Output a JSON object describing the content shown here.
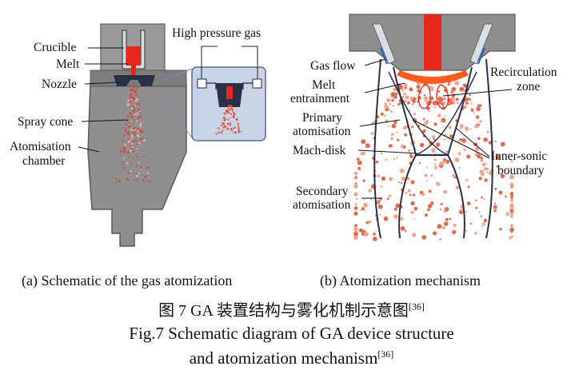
{
  "panel_a": {
    "labels": {
      "crucible": "Crucible",
      "melt": "Melt",
      "nozzle": "Nozzle",
      "spray_cone": "Spray cone",
      "atomisation": "Atomisation",
      "chamber": "chamber",
      "high_pressure_gas": "High pressure gas"
    },
    "caption": "(a) Schematic of the gas atomization"
  },
  "panel_b": {
    "labels": {
      "gas_flow": "Gas flow",
      "melt": "Melt",
      "entrainment": "entrainment",
      "primary": "Primary",
      "atomisation": "atomisation",
      "mach_disk": "Mach-disk",
      "secondary": "Secondary",
      "atomisation2": "atomisation",
      "recirculation": "Recirculation",
      "zone": "zone",
      "inner_sonic": "Inner-sonic",
      "boundary": "boundary"
    },
    "caption": "(b) Atomization mechanism"
  },
  "figure_caption": {
    "zh": "图 7  GA 装置结构与雾化机制示意图",
    "zh_ref": "[36]",
    "en_line1": "Fig.7  Schematic diagram of GA device structure",
    "en_line2": "and atomization mechanism",
    "en_ref": "[36]"
  },
  "colors": {
    "chamber": "#8f8f8f",
    "chamber_edge": "#5a5a5a",
    "melt": "#e8261e",
    "nozzle_dark": "#2b2f47",
    "inset_bg": "#c9d3e6",
    "gas_lines": "#1f2a44",
    "droplet": "#e06a4c",
    "orange": "#ff5a1e"
  }
}
